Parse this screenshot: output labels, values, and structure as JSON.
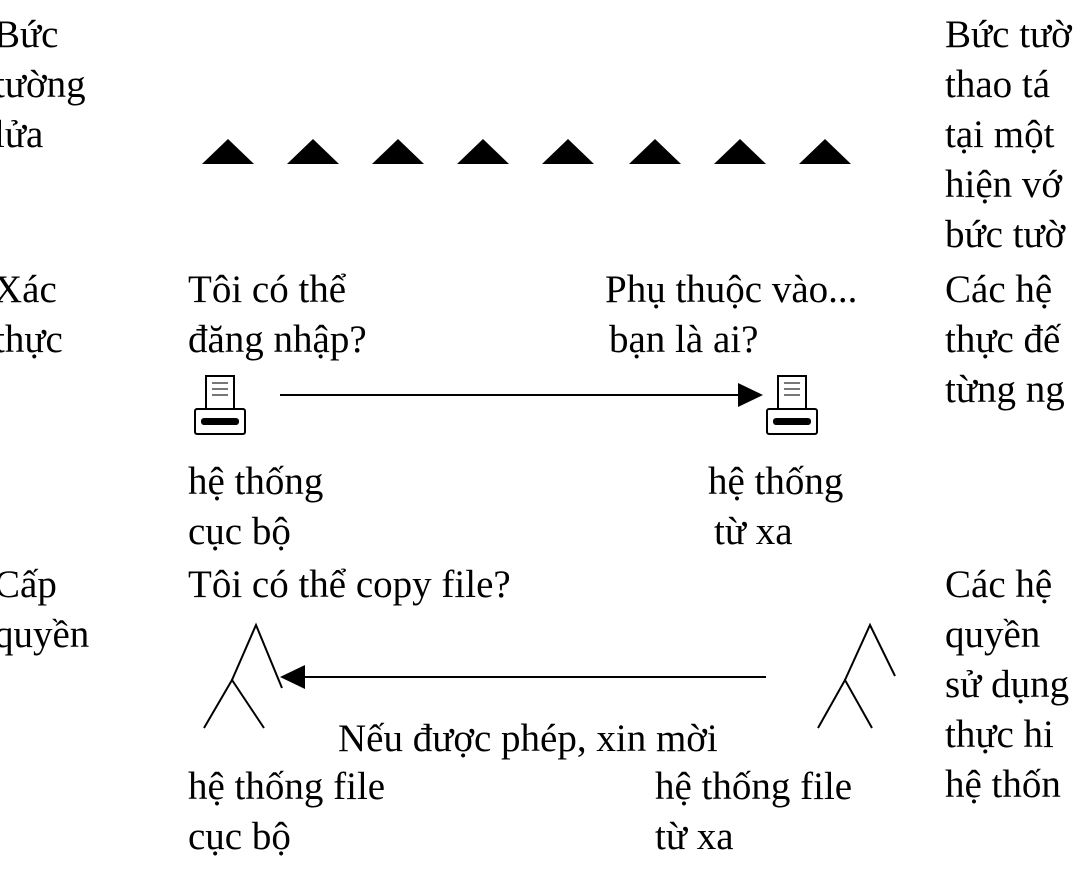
{
  "rows": {
    "firewall": {
      "label": [
        "Bức",
        "tường",
        "lửa"
      ],
      "description": [
        "Bức tườ",
        "thao tá",
        "tại một",
        "hiện vớ",
        "bức tườ"
      ]
    },
    "authentication": {
      "label": [
        "Xác",
        "thực"
      ],
      "question": [
        "Tôi có thể",
        "đăng nhập?"
      ],
      "answer": [
        "Phụ thuộc vào...",
        "bạn là ai?"
      ],
      "local": [
        "hệ thống",
        "cục bộ"
      ],
      "remote": [
        "hệ thống",
        "từ xa"
      ],
      "description": [
        "Các hệ",
        "thực đế",
        "từng ng"
      ]
    },
    "authorization": {
      "label": [
        "Cấp",
        "quyền"
      ],
      "question": "Tôi có thể copy file?",
      "answer": "Nếu được phép, xin mời",
      "local": [
        "hệ thống file",
        "cục bộ"
      ],
      "remote": [
        "hệ thống file",
        "từ xa"
      ],
      "description": [
        "Các hệ",
        "quyền",
        "sử dụng",
        "thực hi",
        "hệ thốn"
      ]
    }
  },
  "icons": {
    "firewall": "triangle-icon",
    "system": "computer-icon",
    "filesystem": "tree-icon"
  }
}
